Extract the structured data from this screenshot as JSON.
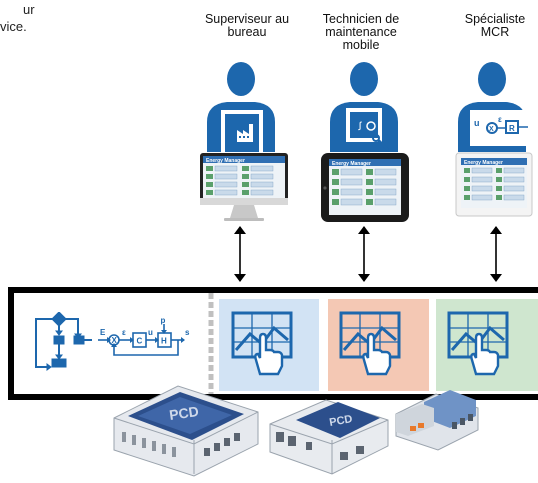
{
  "intro": {
    "lines": [
      "ur",
      "vice."
    ]
  },
  "roles": [
    {
      "label_lines": [
        "Superviseur au",
        "bureau"
      ]
    },
    {
      "label_lines": [
        "Technicien de",
        "maintenance",
        "mobile"
      ]
    },
    {
      "label_lines": [
        "Spécialiste",
        "MCR"
      ]
    }
  ],
  "devices": [
    {
      "screen_title": "Energy Manager"
    },
    {
      "screen_title": "Energy Manager"
    },
    {
      "screen_title": "Energy Manager"
    }
  ],
  "control_loop": {
    "signals": [
      "E",
      "ε",
      "u",
      "p",
      "s"
    ],
    "blocks": [
      "X",
      "C",
      "H"
    ]
  },
  "colors": {
    "icon_blue": "#1d67ad",
    "panel_blue": "#d2e3f4",
    "panel_orange": "#f4c8b4",
    "panel_green": "#cfe6cf",
    "band_border": "#000000"
  }
}
